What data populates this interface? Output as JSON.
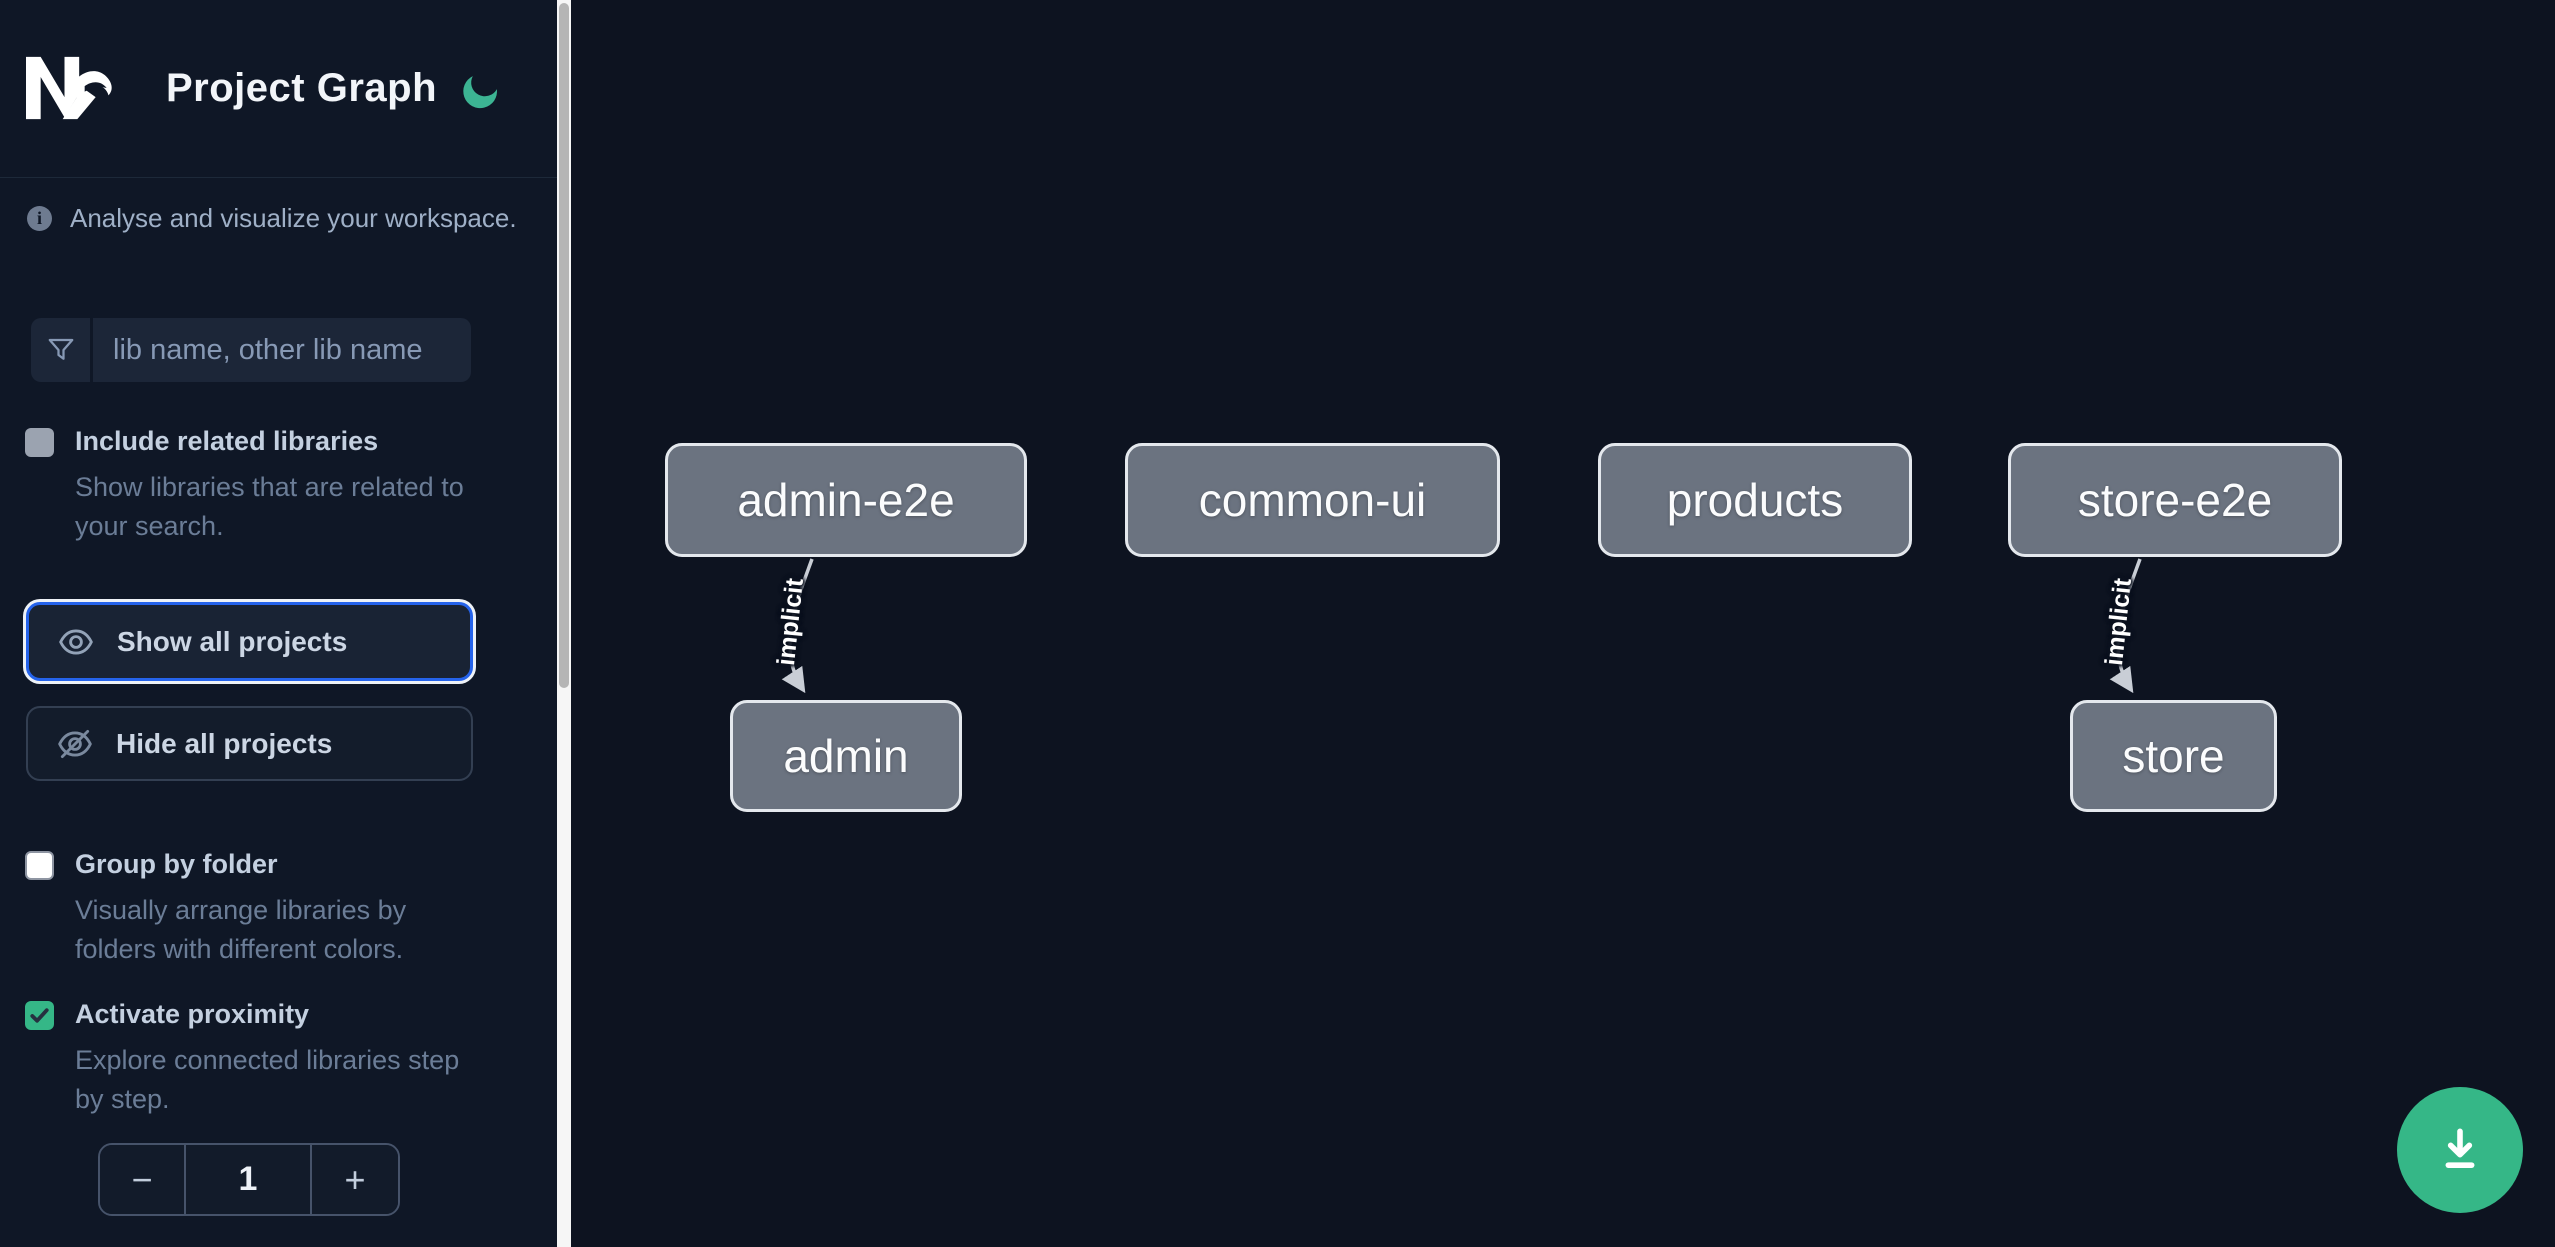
{
  "app": {
    "title": "Project Graph"
  },
  "sidebar": {
    "tagline": "Analyse and visualize your workspace.",
    "filter": {
      "placeholder": "lib name, other lib name",
      "value": ""
    },
    "options": [
      {
        "label": "Include related libraries",
        "checked": false,
        "lines": [
          "Show libraries that are related to",
          "your search."
        ]
      },
      {
        "label": "Group by folder",
        "checked": false,
        "lines": [
          "Visually arrange libraries by",
          "folders with different colors."
        ]
      },
      {
        "label": "Activate proximity",
        "checked": true,
        "lines": [
          "Explore connected libraries step",
          "by step."
        ]
      }
    ],
    "actions": [
      {
        "label": "Show all projects",
        "focused": true
      },
      {
        "label": "Hide all projects",
        "focused": false
      }
    ],
    "stepper": {
      "decrement": "−",
      "value": "1",
      "increment": "+"
    }
  },
  "graph": {
    "nodes": [
      {
        "label": "admin-e2e"
      },
      {
        "label": "common-ui"
      },
      {
        "label": "products"
      },
      {
        "label": "store-e2e"
      },
      {
        "label": "admin"
      },
      {
        "label": "store"
      }
    ],
    "edges": [
      {
        "source": "admin-e2e",
        "target": "admin",
        "label": "implicit"
      },
      {
        "source": "store-e2e",
        "target": "store",
        "label": "implicit"
      }
    ]
  },
  "icons": [
    "nx-logo",
    "moon-icon",
    "info-icon",
    "filter-funnel-icon",
    "eye-icon",
    "eye-off-icon",
    "checkmark-icon",
    "download-icon"
  ],
  "colors": {
    "accent_green": "#35b787",
    "focus_blue": "#2563eb",
    "node_fill": "#6b7380",
    "edge": "#c9ced6",
    "sidebar_bg": "#0f1726",
    "canvas_bg": "#0d1320"
  }
}
